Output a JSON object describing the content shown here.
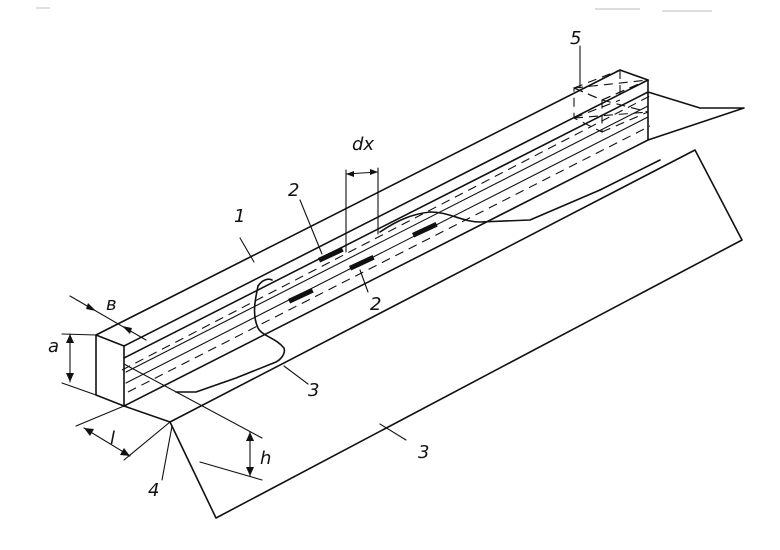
{
  "labels": {
    "top_surface": "1",
    "slot_upper": "2",
    "slot_lower": "2",
    "wall_inner": "3",
    "plate": "3",
    "edge": "4",
    "end_box": "5",
    "dim_dx": "dx",
    "dim_b": "в",
    "dim_a": "a",
    "dim_l": "l",
    "dim_h": "h"
  }
}
